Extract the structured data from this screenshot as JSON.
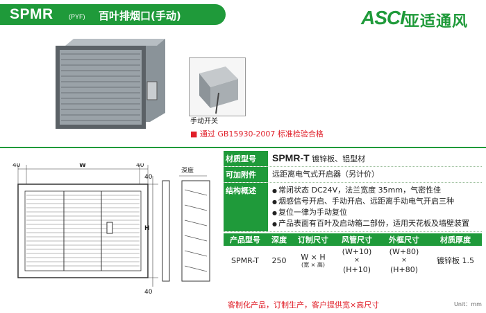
{
  "header": {
    "model": "SPMR",
    "model_sub": "(PYF)",
    "title": "百叶排烟口(手动)"
  },
  "logo": {
    "mark": "ASCI",
    "name": "亚适通风"
  },
  "photo": {
    "inset_label": "手动开关"
  },
  "certification": "■ 通过 GB15930-2007 标准检验合格",
  "drawing": {
    "dim_left": "40",
    "dim_width": "W",
    "dim_right": "40",
    "dim_height": "H",
    "dim_top": "40",
    "dim_bottom": "40",
    "side_label": "深度"
  },
  "specs": {
    "material": {
      "key": "材质型号",
      "model": "SPMR-T",
      "value": "镀锌板、铝型材"
    },
    "option": {
      "key": "可加附件",
      "value": "远距离电气式开启器（另计价）"
    },
    "structure": {
      "key": "结构概述",
      "items": [
        "常闭状态 DC24V，法兰宽度 35mm，气密性佳",
        "烟感信号开启、手动开启、远距离手动电气开启三种",
        "复位一律为手动复位",
        "产品表面有百叶及启动箱二部份，适用天花板及墙壁装置"
      ]
    }
  },
  "table": {
    "headers": [
      "产品型号",
      "深度",
      "订制尺寸",
      "风管尺寸",
      "外框尺寸",
      "材质厚度"
    ],
    "row": {
      "model": "SPMR-T",
      "depth": "250",
      "custom": "W × H",
      "custom_note": "(宽 × 高)",
      "duct_1": "(W+10)",
      "duct_x": "×",
      "duct_2": "(H+10)",
      "frame_1": "(W+80)",
      "frame_x": "×",
      "frame_2": "(H+80)",
      "material": "镀锌板 1.5"
    }
  },
  "footer": "客制化产品，订制生产，客户提供宽×高尺寸",
  "unit": "Unit：mm",
  "colors": {
    "brand": "#1f9a3a",
    "alert": "#e0202a"
  }
}
